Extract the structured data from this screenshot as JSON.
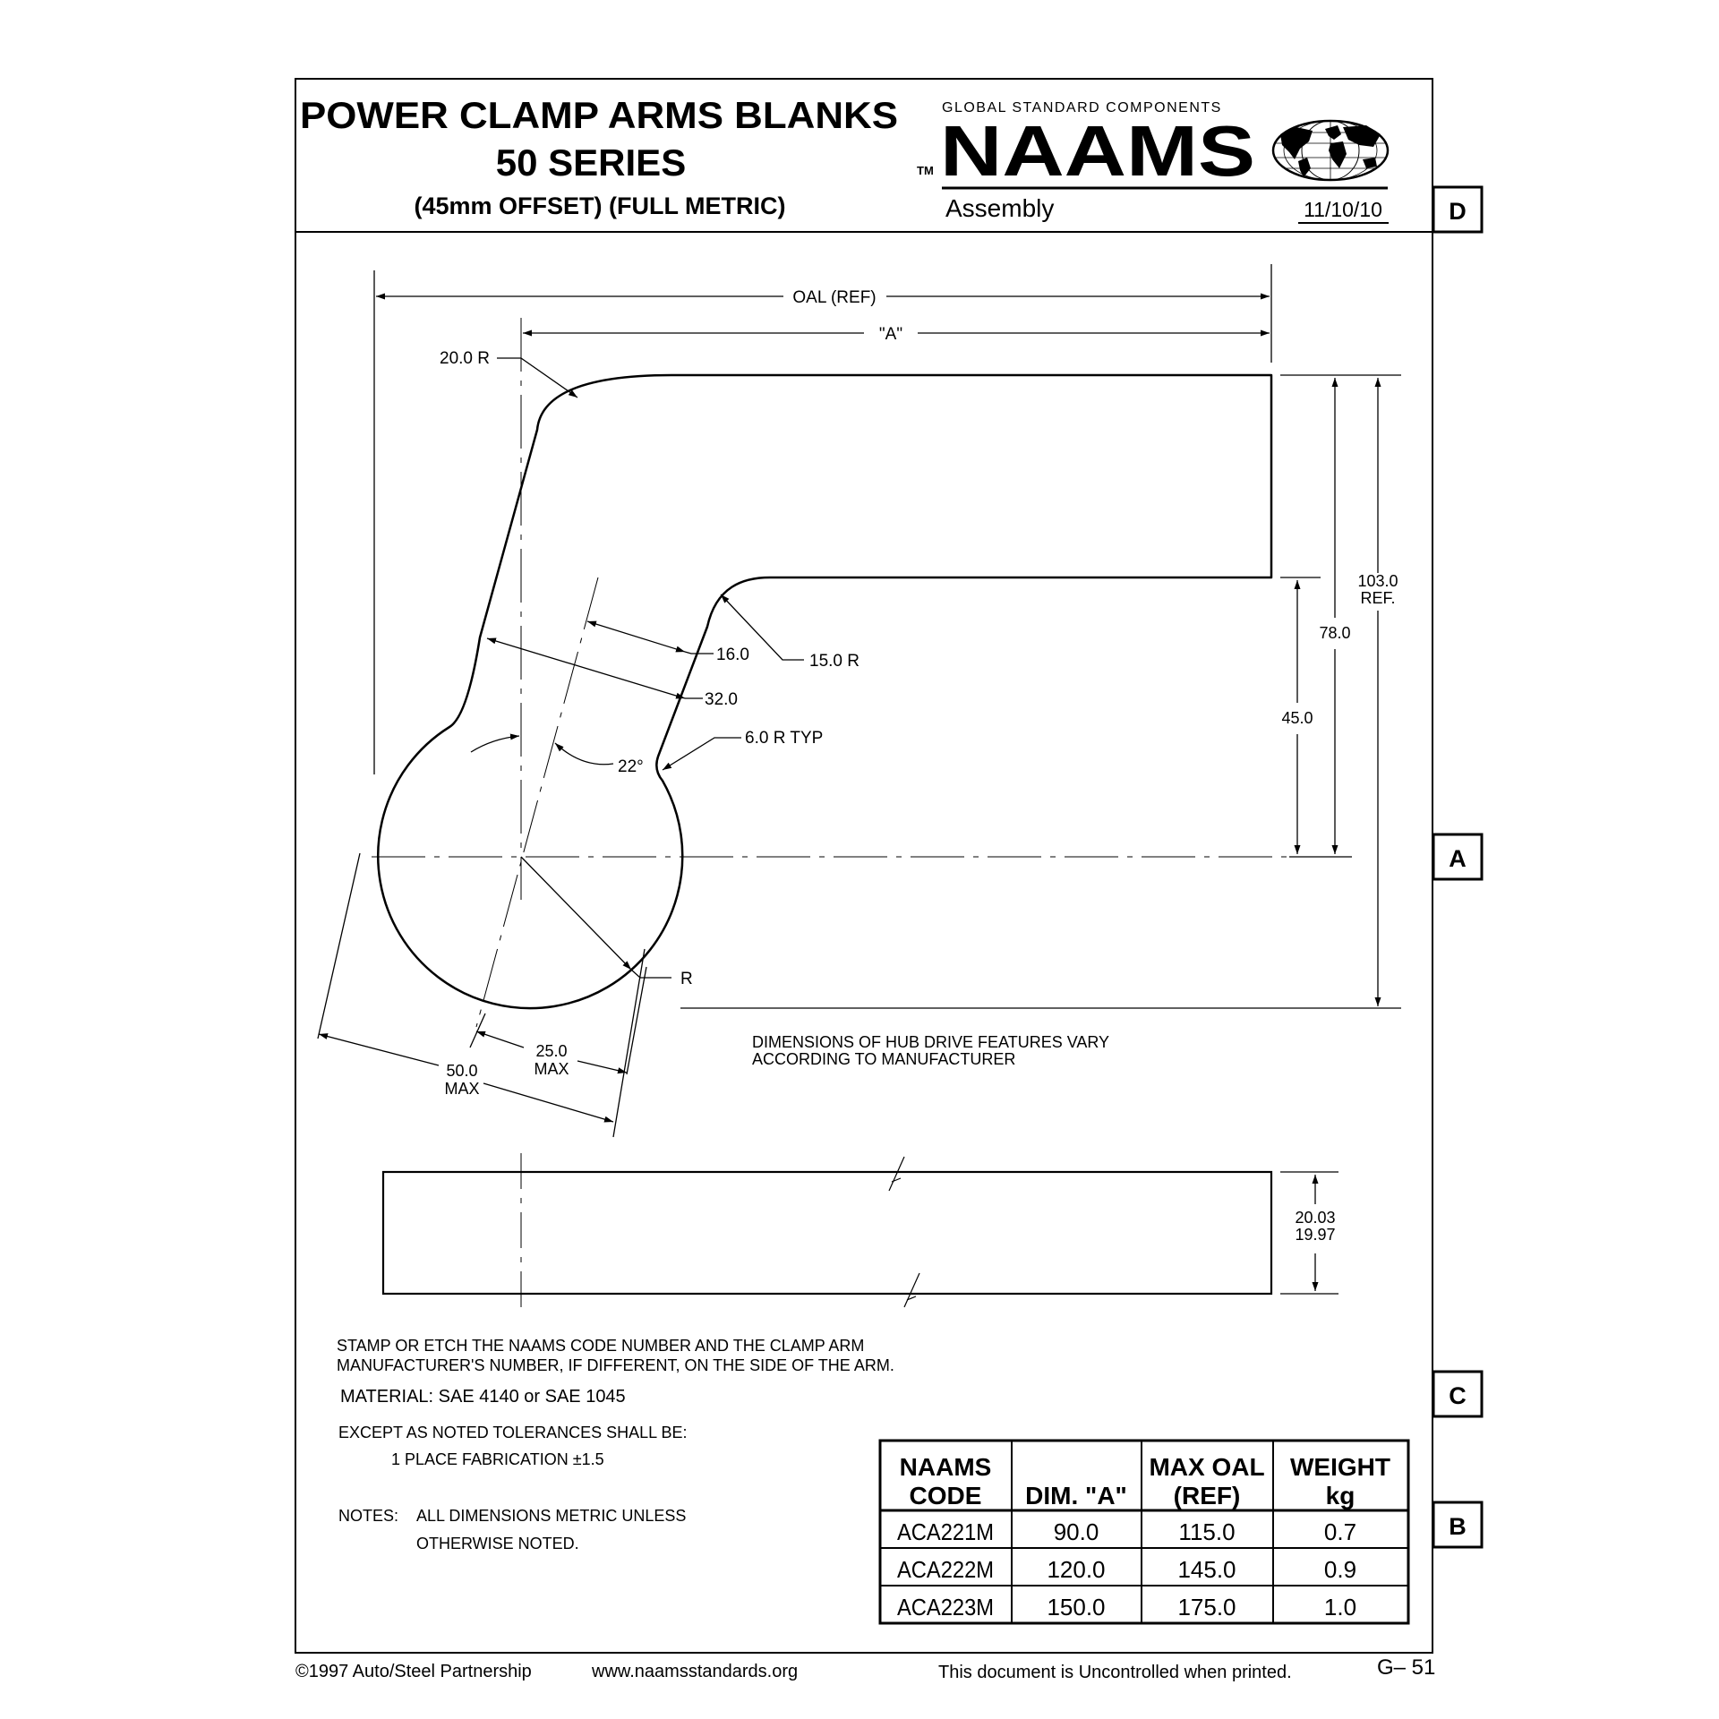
{
  "header": {
    "title_line1": "POWER CLAMP ARMS BLANKS",
    "title_line2": "50 SERIES",
    "title_line3": "(45mm OFFSET) (FULL METRIC)",
    "brand_tagline": "GLOBAL STANDARD COMPONENTS",
    "brand_name": "NAAMS",
    "trademark": "TM",
    "doc_type": "Assembly",
    "date": "11/10/10"
  },
  "zones": {
    "d": "D",
    "a": "A",
    "c": "C",
    "b": "B"
  },
  "dimensions": {
    "oal": "OAL (REF)",
    "a": "\"A\"",
    "r20": "20.0 R",
    "r15": "15.0 R",
    "d16": "16.0",
    "d32": "32.0",
    "r6": "6.0 R TYP",
    "angle": "22°",
    "h103_line1": "103.0",
    "h103_line2": "REF.",
    "h78": "78.0",
    "h45": "45.0",
    "r": "R",
    "d25_line1": "25.0",
    "d25_line2": "MAX",
    "d50_line1": "50.0",
    "d50_line2": "MAX",
    "thick_line1": "20.03",
    "thick_line2": "19.97"
  },
  "notes": {
    "hub_line1": "DIMENSIONS OF HUB DRIVE FEATURES VARY",
    "hub_line2": "ACCORDING TO MANUFACTURER",
    "stamp_line1": "STAMP OR ETCH THE NAAMS CODE NUMBER AND THE CLAMP ARM",
    "stamp_line2": "MANUFACTURER'S NUMBER, IF DIFFERENT, ON THE SIDE OF THE ARM.",
    "material": "MATERIAL: SAE 4140 or SAE 1045",
    "tolerance_line1": "EXCEPT AS NOTED TOLERANCES SHALL BE:",
    "tolerance_line2": "1 PLACE FABRICATION ±1.5",
    "notes_label": "NOTES:",
    "notes_line1": "ALL DIMENSIONS METRIC UNLESS",
    "notes_line2": "OTHERWISE NOTED."
  },
  "table": {
    "headers": [
      [
        "NAAMS",
        "CODE"
      ],
      [
        "",
        "DIM. \"A\""
      ],
      [
        "MAX OAL",
        "(REF)"
      ],
      [
        "WEIGHT",
        "kg"
      ]
    ],
    "rows": [
      [
        "ACA221M",
        "90.0",
        "115.0",
        "0.7"
      ],
      [
        "ACA222M",
        "120.0",
        "145.0",
        "0.9"
      ],
      [
        "ACA223M",
        "150.0",
        "175.0",
        "1.0"
      ]
    ]
  },
  "footer": {
    "copyright": "©1997 Auto/Steel Partnership",
    "website": "www.naamsstandards.org",
    "disclaimer": "This document is Uncontrolled when printed.",
    "page": "G– 51"
  }
}
